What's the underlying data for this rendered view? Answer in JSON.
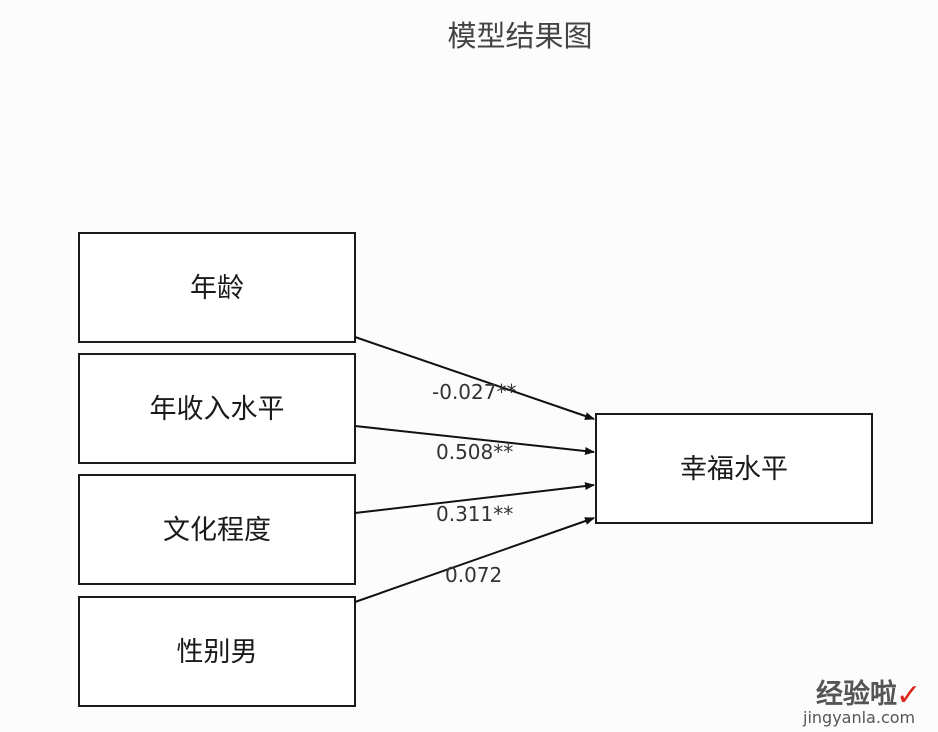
{
  "title": "模型结果图",
  "predictors": [
    {
      "label": "年龄",
      "coef": "-0.027**"
    },
    {
      "label": "年收入水平",
      "coef": "0.508**"
    },
    {
      "label": "文化程度",
      "coef": "0.311**"
    },
    {
      "label": "性别男",
      "coef": "0.072"
    }
  ],
  "outcome": {
    "label": "幸福水平"
  },
  "watermark": {
    "text": "经验啦",
    "url": "jingyanla.com",
    "check_color": "#d9271c"
  }
}
